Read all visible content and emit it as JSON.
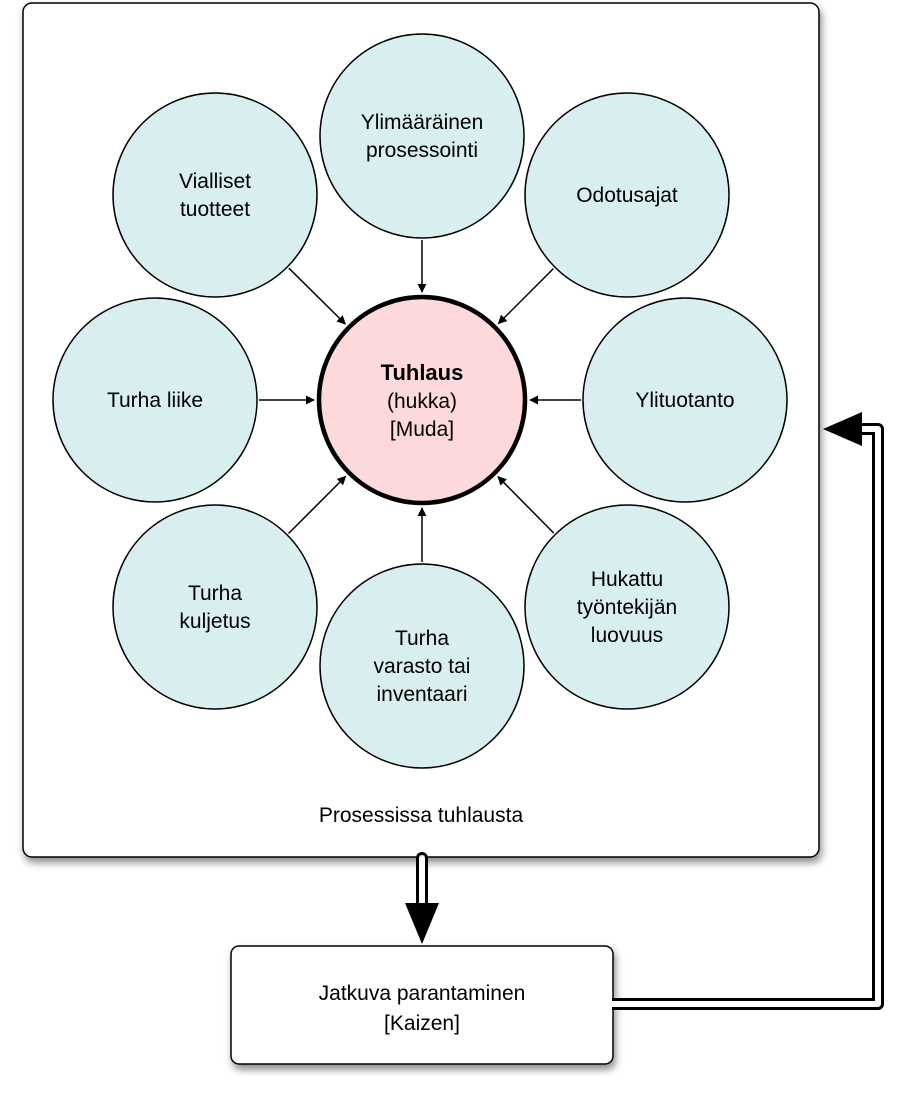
{
  "colors": {
    "outer_circle_fill": "#d9eeee",
    "center_circle_fill": "#fdd9dc",
    "stroke": "#000000",
    "panel_fill": "#ffffff"
  },
  "center": {
    "title": "Tuhlaus",
    "line2": "(hukka)",
    "line3": "[Muda]"
  },
  "wastes": [
    {
      "id": "overprocessing",
      "lines": [
        "Ylimääräinen",
        "prosessointi"
      ]
    },
    {
      "id": "waiting",
      "lines": [
        "Odotusajat"
      ]
    },
    {
      "id": "overproduction",
      "lines": [
        "Ylituotanto"
      ]
    },
    {
      "id": "unused-talent",
      "lines": [
        "Hukattu",
        "työntekijän",
        "luovuus"
      ]
    },
    {
      "id": "inventory",
      "lines": [
        "Turha",
        "varasto tai",
        "inventaari"
      ]
    },
    {
      "id": "transport",
      "lines": [
        "Turha",
        "kuljetus"
      ]
    },
    {
      "id": "motion",
      "lines": [
        "Turha liike"
      ]
    },
    {
      "id": "defects",
      "lines": [
        "Vialliset",
        "tuotteet"
      ]
    }
  ],
  "process_label": "Prosessissa tuhlausta",
  "kaizen": {
    "line1": "Jatkuva parantaminen",
    "line2": "[Kaizen]"
  }
}
